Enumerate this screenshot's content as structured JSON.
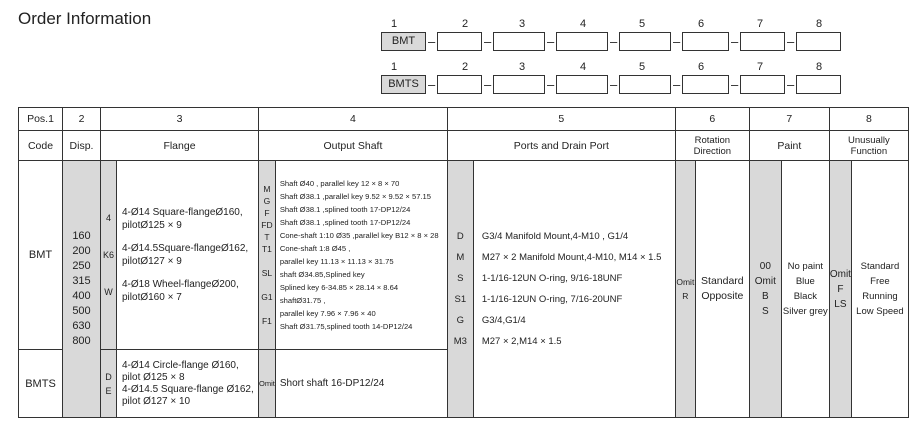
{
  "title": "Order Information",
  "code_rows": [
    {
      "numbers": [
        "1",
        "2",
        "3",
        "4",
        "5",
        "6",
        "7",
        "8"
      ],
      "first": "BMT"
    },
    {
      "numbers": [
        "1",
        "2",
        "3",
        "4",
        "5",
        "6",
        "7",
        "8"
      ],
      "first": "BMTS"
    }
  ],
  "table": {
    "pos_header": [
      "Pos.1",
      "2",
      "3",
      "4",
      "5",
      "6",
      "7",
      "8"
    ],
    "name_header": [
      "Code",
      "Disp.",
      "Flange",
      "Output Shaft",
      "Ports and Drain Port",
      "Rotation Direction",
      "Paint",
      "Unusually Function"
    ],
    "codes": {
      "bmt": "BMT",
      "bmts": "BMTS"
    },
    "disp": [
      "160",
      "200",
      "250",
      "315",
      "400",
      "500",
      "630",
      "800"
    ],
    "flange_bmt": [
      {
        "code": "4",
        "text1": "4-Ø14 Square-flangeØ160,",
        "text2": "pilotØ125 × 9"
      },
      {
        "code": "K6",
        "text1": "4-Ø14.5Square-flangeØ162,",
        "text2": "pilotØ127 × 9"
      },
      {
        "code": "W",
        "text1": "4-Ø18 Wheel-flangeØ200,",
        "text2": "pilotØ160 × 7"
      }
    ],
    "flange_bmts": [
      {
        "code": "D",
        "text1": "4-Ø14 Circle-flange Ø160,",
        "text2": "pilot Ø125 × 8"
      },
      {
        "code": "E",
        "text1": "4-Ø14.5 Square-flange Ø162,",
        "text2": "pilot Ø127 × 10"
      }
    ],
    "shaft_codes": [
      "M",
      "G",
      "F",
      "FD",
      "T",
      "T1",
      "",
      "SL",
      "",
      "G1",
      "",
      "F1"
    ],
    "shaft_texts": [
      "Shaft Ø40 , parallel key 12 × 8 × 70",
      "Shaft Ø38.1 ,parallel key 9.52 × 9.52 × 57.15",
      "Shaft Ø38.1 ,splined tooth 17-DP12/24",
      "Shaft Ø38.1 ,splined tooth 17-DP12/24",
      "Cone-shaft 1:10 Ø35 ,parallel key B12 × 8 × 28",
      "Cone-shaft 1:8 Ø45 ,",
      "parallel key  11.13 × 11.13 × 31.75",
      "shaft Ø34.85,Splined key",
      "Splined key 6-34.85 × 28.14 × 8.64",
      "shaftØ31.75 ,",
      "parallel key 7.96 × 7.96 × 40",
      "Shaft Ø31.75,splined tooth 14-DP12/24"
    ],
    "shaft_bmts": {
      "code": "Omit",
      "text": "Short shaft 16-DP12/24"
    },
    "ports": [
      {
        "code": "D",
        "text": "G3/4 Manifold Mount,4-M10 , G1/4"
      },
      {
        "code": "M",
        "text": "M27 × 2 Manifold Mount,4-M10, M14 × 1.5"
      },
      {
        "code": "S",
        "text": "1-1/16-12UN O-ring, 9/16-18UNF"
      },
      {
        "code": "S1",
        "text": "1-1/16-12UN O-ring, 7/16-20UNF"
      },
      {
        "code": "G",
        "text": "G3/4,G1/4"
      },
      {
        "code": "M3",
        "text": "M27 × 2,M14 × 1.5"
      }
    ],
    "rotation": {
      "codes": [
        "Omit",
        "R"
      ],
      "texts": [
        "Standard",
        "Opposite"
      ]
    },
    "paint": {
      "codes": [
        "00",
        "Omit",
        "B",
        "S"
      ],
      "texts": [
        "No paint",
        "Blue",
        "Black",
        "Silver grey"
      ]
    },
    "function": {
      "codes": [
        "Omit",
        "F",
        "LS"
      ],
      "texts": [
        "Standard",
        "Free Running",
        "Low Speed"
      ]
    }
  }
}
